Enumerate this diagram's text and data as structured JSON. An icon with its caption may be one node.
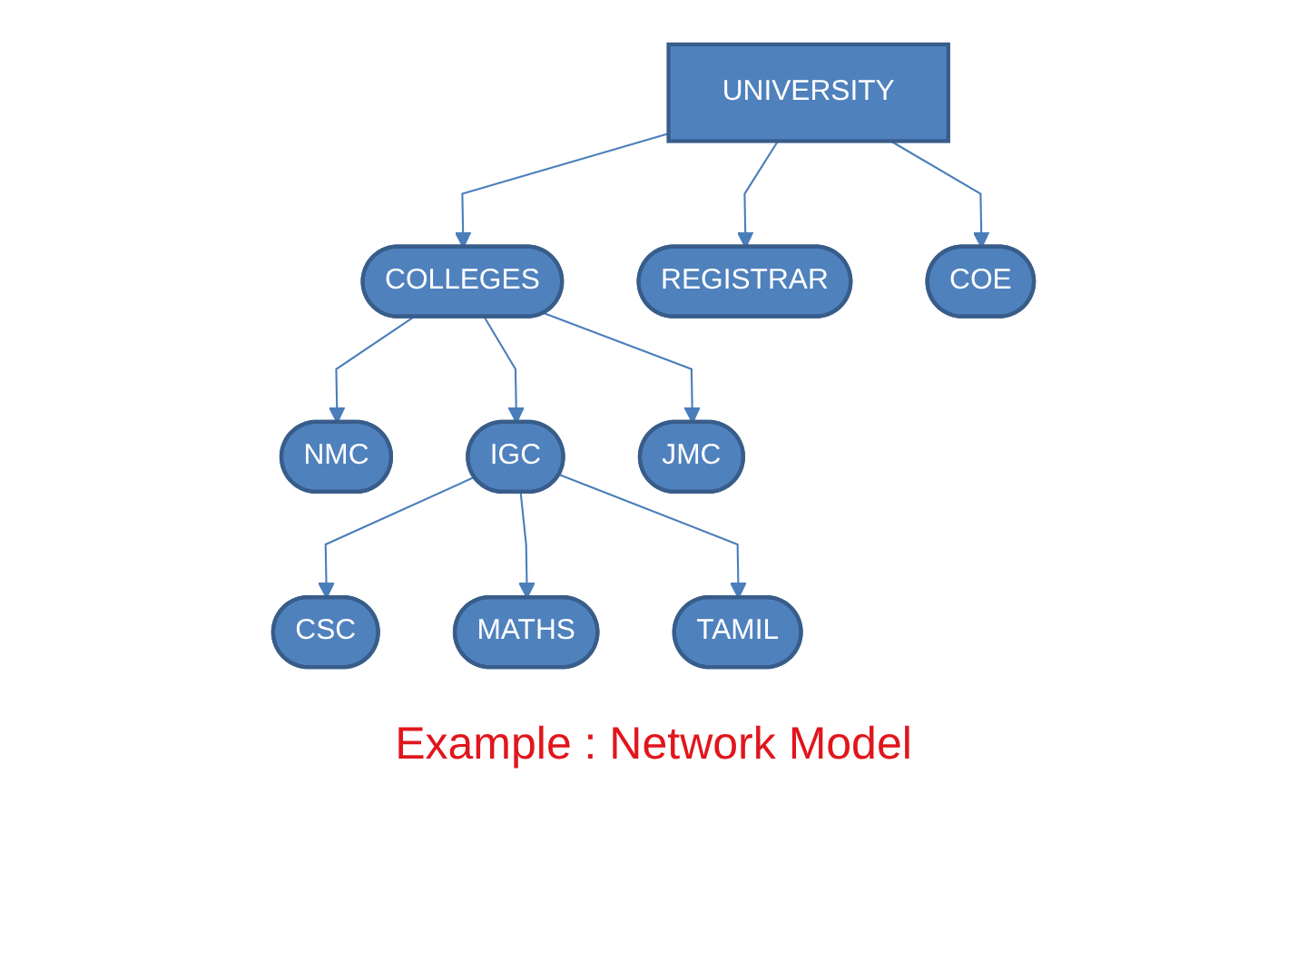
{
  "diagram": {
    "caption": "Example : Network Model",
    "nodes": [
      {
        "text": [
          "UNIVERSITY"
        ]
      },
      {
        "text": [
          "COLLEGES"
        ]
      },
      {
        "text": [
          "REGISTRAR"
        ]
      },
      {
        "text": [
          "COE"
        ]
      },
      {
        "text": [
          "NMC"
        ]
      },
      {
        "text": [
          "IGC"
        ]
      },
      {
        "text": [
          "JMC"
        ]
      },
      {
        "text": [
          "CSC"
        ]
      },
      {
        "text": [
          "MATHS"
        ]
      },
      {
        "text": [
          "TAMIL"
        ]
      }
    ],
    "edges": [
      {
        "from": 0,
        "to": 1,
        "arrow": "to"
      },
      {
        "from": 0,
        "to": 2,
        "arrow": "to"
      },
      {
        "from": 0,
        "to": 3,
        "arrow": "to"
      },
      {
        "from": 1,
        "to": 4,
        "arrow": "to"
      },
      {
        "from": 1,
        "to": 5,
        "arrow": "to"
      },
      {
        "from": 1,
        "to": 6,
        "arrow": "to"
      },
      {
        "from": 5,
        "to": 7,
        "arrow": "to"
      },
      {
        "from": 5,
        "to": 8,
        "arrow": "to"
      },
      {
        "from": 5,
        "to": 9,
        "arrow": "to"
      }
    ]
  }
}
